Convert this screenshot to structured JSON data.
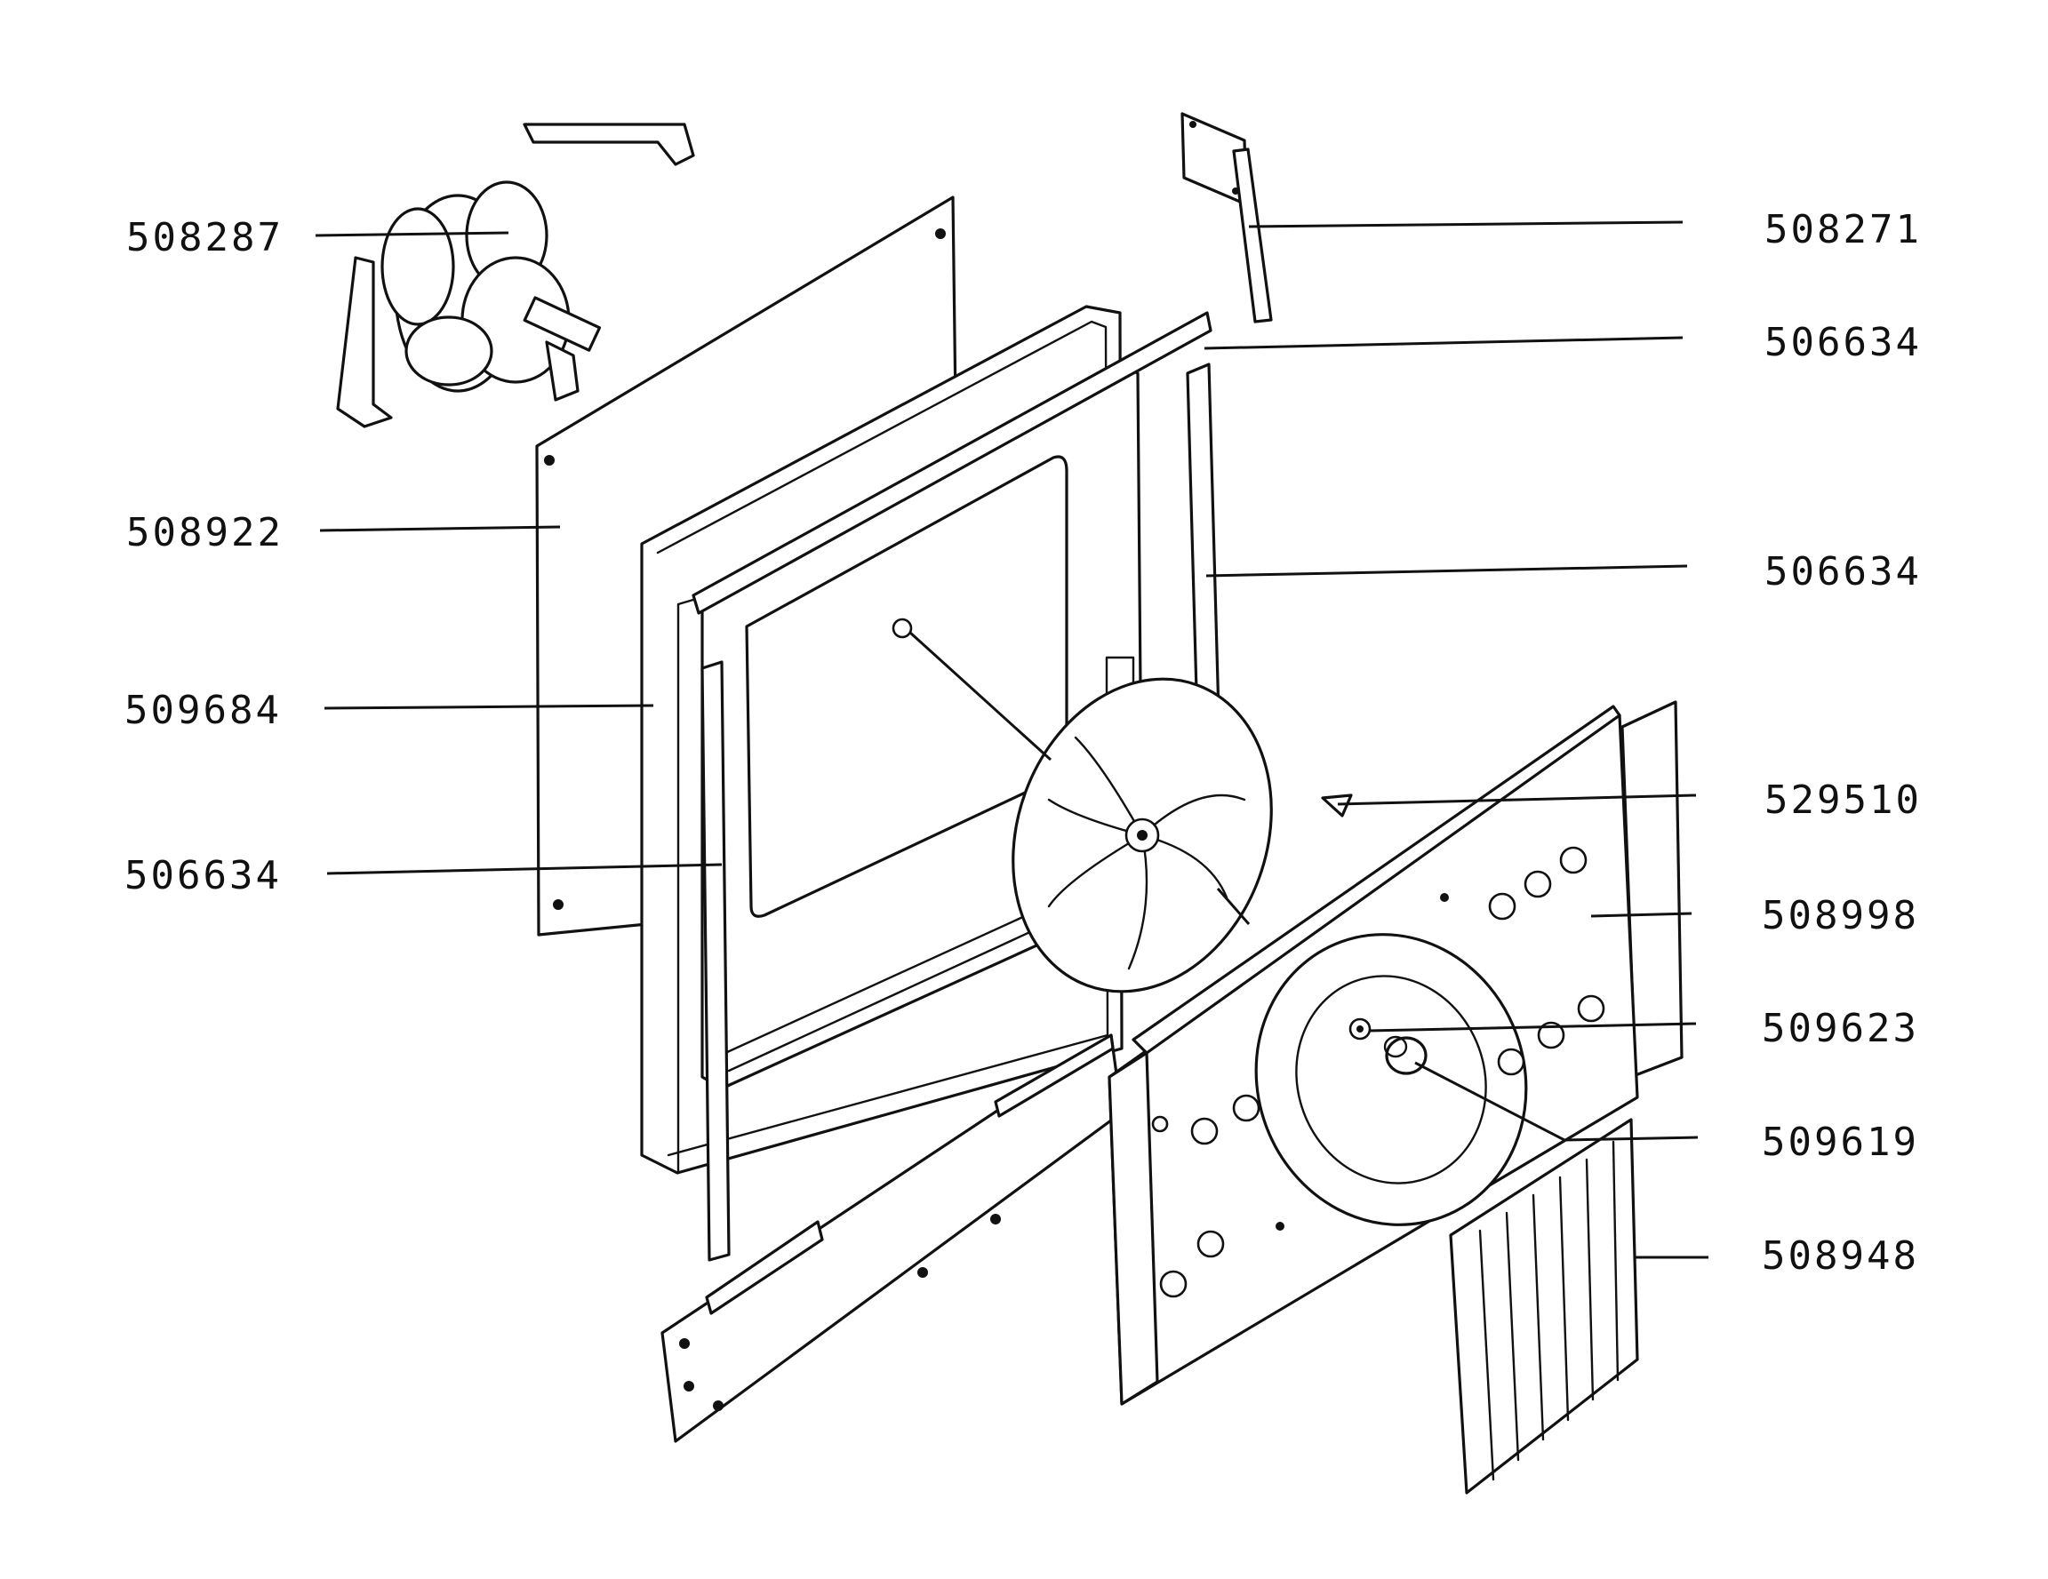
{
  "diagram": {
    "labels_left": [
      {
        "id": "fan-motor",
        "text": "508287"
      },
      {
        "id": "rear-panel",
        "text": "508922"
      },
      {
        "id": "door-frame",
        "text": "509684"
      },
      {
        "id": "seal-left",
        "text": "506634"
      }
    ],
    "labels_right": [
      {
        "id": "switch",
        "text": "508271"
      },
      {
        "id": "seal-top",
        "text": "506634"
      },
      {
        "id": "seal-right",
        "text": "506634"
      },
      {
        "id": "nut",
        "text": "529510"
      },
      {
        "id": "fan-cover-plate",
        "text": "508998"
      },
      {
        "id": "washer",
        "text": "509623"
      },
      {
        "id": "spindle-nut",
        "text": "509619"
      },
      {
        "id": "shelf-rack",
        "text": "508948"
      }
    ]
  }
}
